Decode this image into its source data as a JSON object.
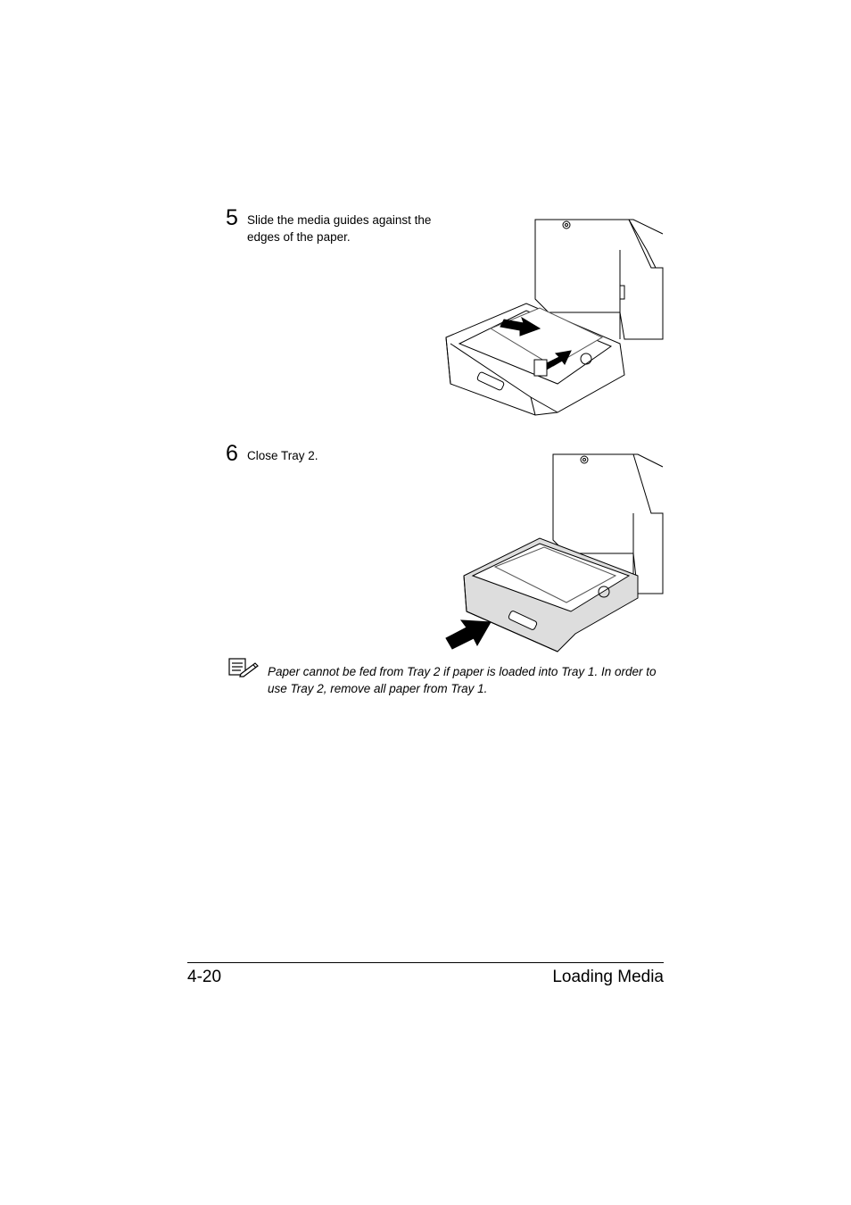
{
  "steps": [
    {
      "number": "5",
      "text": "Slide the media guides against the edges of the paper."
    },
    {
      "number": "6",
      "text": "Close Tray 2."
    }
  ],
  "note": {
    "text": "Paper cannot be fed from Tray 2 if paper is loaded into Tray 1. In order to use Tray 2, remove all paper from Tray 1."
  },
  "footer": {
    "page_number": "4-20",
    "section_title": "Loading Media"
  }
}
